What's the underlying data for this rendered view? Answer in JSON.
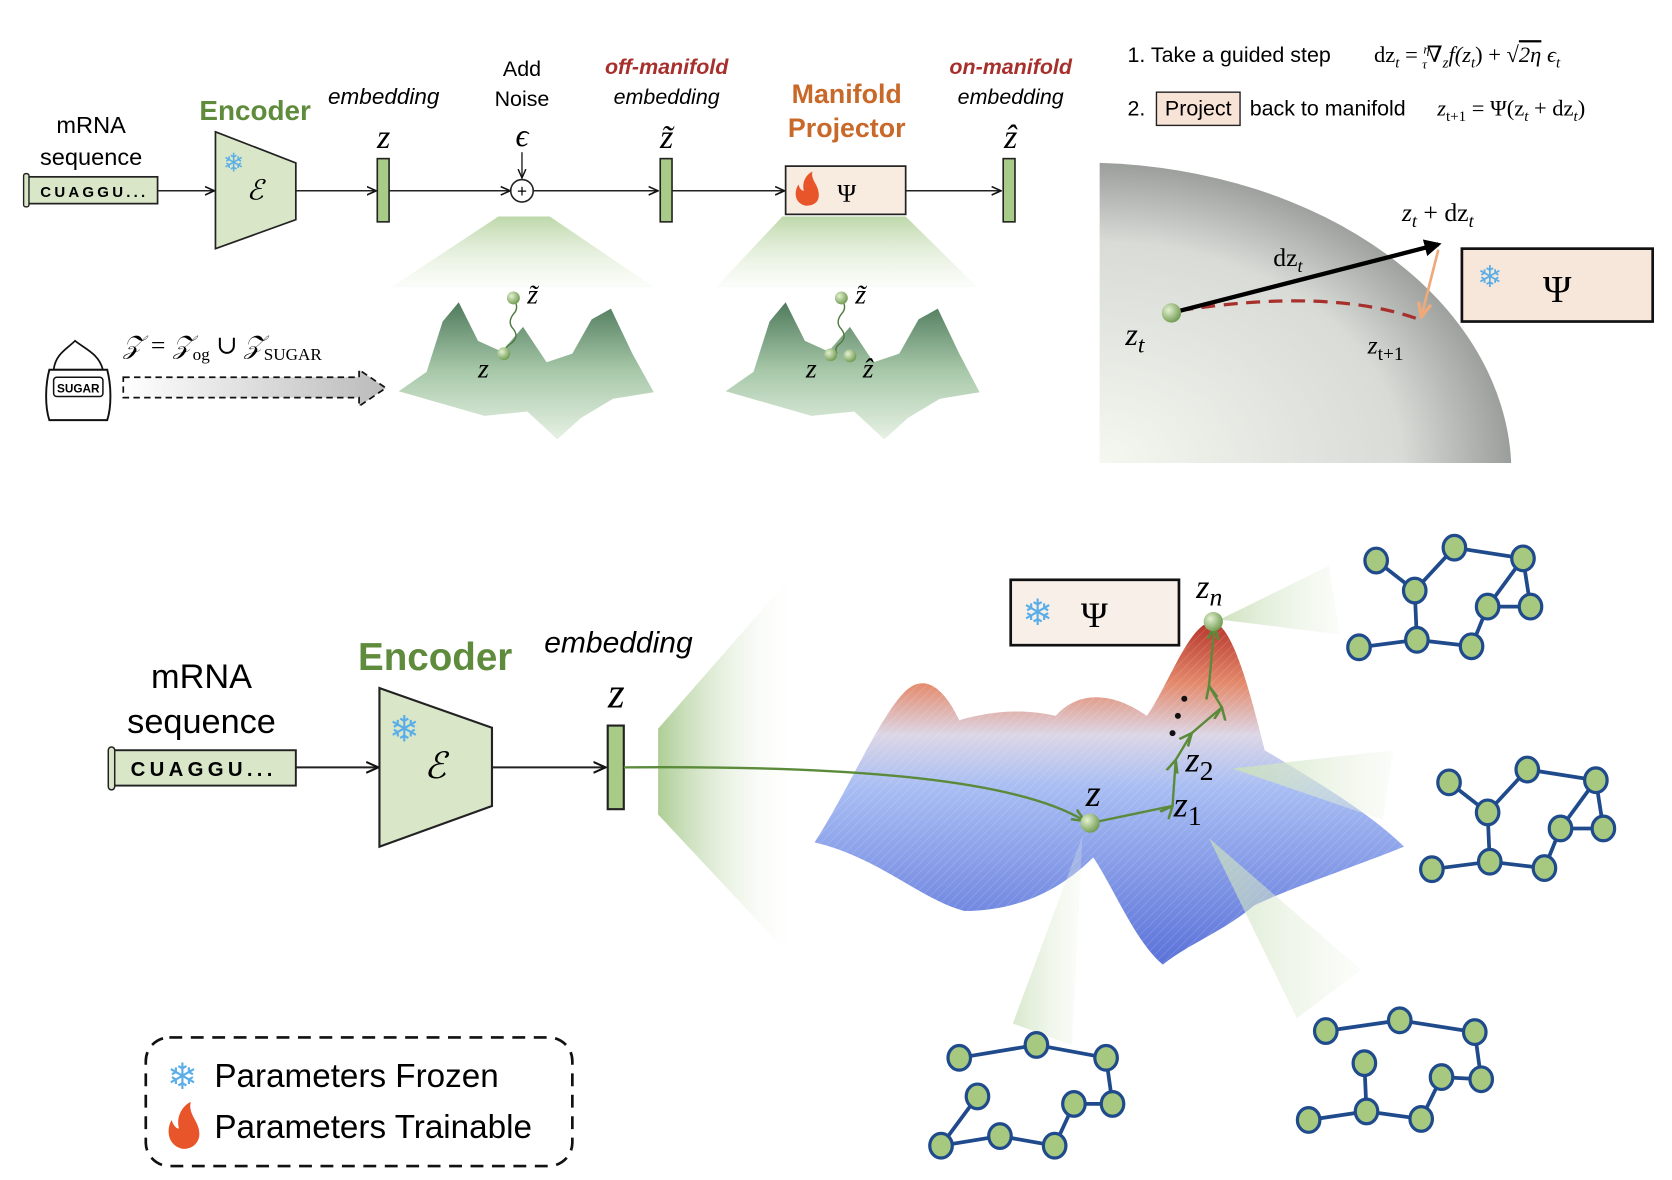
{
  "top": {
    "mrna_line1": "mRNA",
    "mrna_line2": "sequence",
    "sequence": "CUAGGU...",
    "encoder_label": "Encoder",
    "encoder_symbol": "ℰ",
    "embedding_label": "embedding",
    "z": "z",
    "noise_line1": "Add",
    "noise_line2": "Noise",
    "epsilon": "ϵ",
    "plus": "+",
    "off_label": "off-manifold",
    "off_embedding": "embedding",
    "z_tilde": "z̃",
    "projector_line1": "Manifold",
    "projector_line2": "Projector",
    "psi": "Ψ",
    "on_label": "on-manifold",
    "on_embedding": "embedding",
    "z_hat": "ẑ",
    "sugar_text": "SUGAR",
    "union_eq": {
      "lhs": "𝒵 = 𝒵",
      "og": "og",
      "cup": " ∪ 𝒵",
      "sugar": "SUGAR"
    },
    "landscape1": {
      "z": "z",
      "z_tilde": "z̃"
    },
    "landscape2": {
      "z": "z",
      "z_tilde": "z̃",
      "z_hat": "ẑ"
    }
  },
  "steps": {
    "step1_text": "1. Take a guided step",
    "step1_eq": {
      "a": "dz",
      "t1": "t",
      "b": " = ",
      "frac_num": "η",
      "frac_den": "τ",
      "c": "∇",
      "sub_z": "z",
      "d": "f(z",
      "t2": "t",
      "e": ") + √",
      "f": "2η",
      "g": " ϵ",
      "t3": "t"
    },
    "step2_num": "2.",
    "step2_project": "Project",
    "step2_text": "back to manifold",
    "step2_eq": {
      "a": "z",
      "t1": "t+1",
      "b": " = Ψ(z",
      "t2": "t",
      "c": " + dz",
      "t3": "t",
      "d": ")"
    }
  },
  "sphere": {
    "zt": "z",
    "zt_sub": "t",
    "dzt": "dz",
    "dzt_sub": "t",
    "target": "z",
    "target_sub": "t",
    "target_mid": " + dz",
    "target_sub2": "t",
    "next": "z",
    "next_sub": "t+1",
    "psi": "Ψ"
  },
  "bottom": {
    "mrna_line1": "mRNA",
    "mrna_line2": "sequence",
    "sequence": "CUAGGU...",
    "encoder_label": "Encoder",
    "encoder_symbol": "ℰ",
    "embedding_label": "embedding",
    "z": "z",
    "psi": "Ψ",
    "path_labels": {
      "z": "z",
      "z1": "z",
      "z1_sub": "1",
      "z2": "z",
      "z2_sub": "2",
      "zn": "z",
      "zn_sub": "n"
    }
  },
  "legend": {
    "frozen": "Parameters Frozen",
    "trainable": "Parameters Trainable"
  },
  "icons": {
    "frozen": "snowflake-icon",
    "trainable": "flame-icon"
  },
  "colors": {
    "encoder_green": "#5e8b3c",
    "off_on_red": "#a8302c",
    "projector_orange": "#c8692a",
    "embedding_fill": "#a8cb88",
    "module_fill": "#d9e6c8",
    "psi_box_fill": "#f8ebe0",
    "snowflake": "#5aaee8",
    "flame": "#e8552a",
    "molecule_node": "#a6c97f",
    "molecule_edge": "#1f4a8c"
  }
}
